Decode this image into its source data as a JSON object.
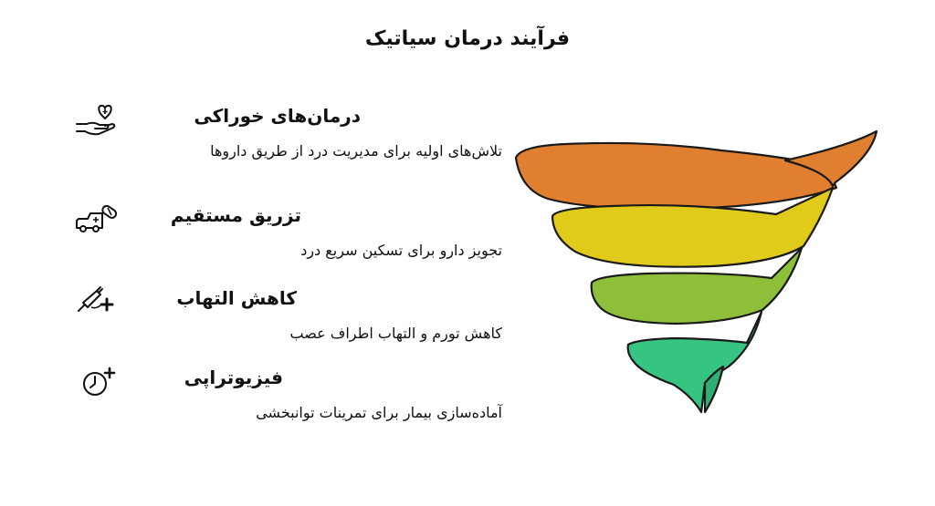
{
  "title": "فرآیند درمان سیاتیک",
  "steps": [
    {
      "title": "درمان‌های خوراکی",
      "description": "تلاش‌های اولیه برای مدیریت درد از طریق داروها",
      "icon": "hand-heart-icon",
      "color": "#e07f30"
    },
    {
      "title": "تزریق مستقیم",
      "description": "تجویز دارو برای تسکین سریع درد",
      "icon": "ambulance-pill-icon",
      "color": "#e0cb1a"
    },
    {
      "title": "کاهش التهاب",
      "description": "کاهش تورم و التهاب اطراف عصب",
      "icon": "syringe-plus-icon",
      "color": "#8dbf3a"
    },
    {
      "title": "فیزیوتراپی",
      "description": "آماده‌سازی بیمار برای تمرینات توانبخشی",
      "icon": "clock-plus-icon",
      "color": "#36c482"
    }
  ]
}
